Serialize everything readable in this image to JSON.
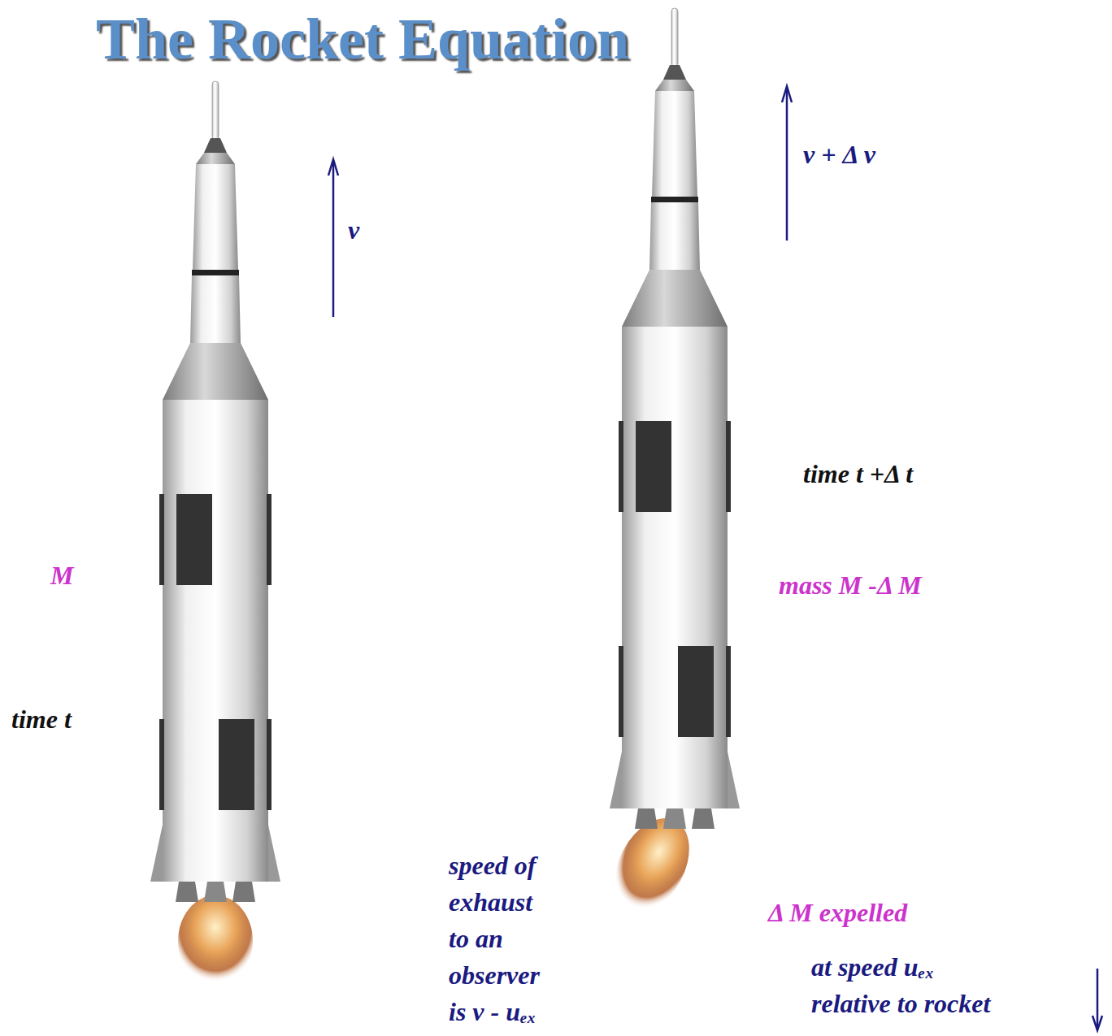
{
  "diagram": {
    "title": "The Rocket Equation",
    "labels": [
      "v",
      "M",
      "time t",
      "v + Δ v",
      "time t +Δ t",
      "mass M -Δ M",
      "speed of exhaust to an observer is v - uₑₓ",
      "Δ M expelled",
      "at speed uₑₓ relative to rocket"
    ]
  }
}
